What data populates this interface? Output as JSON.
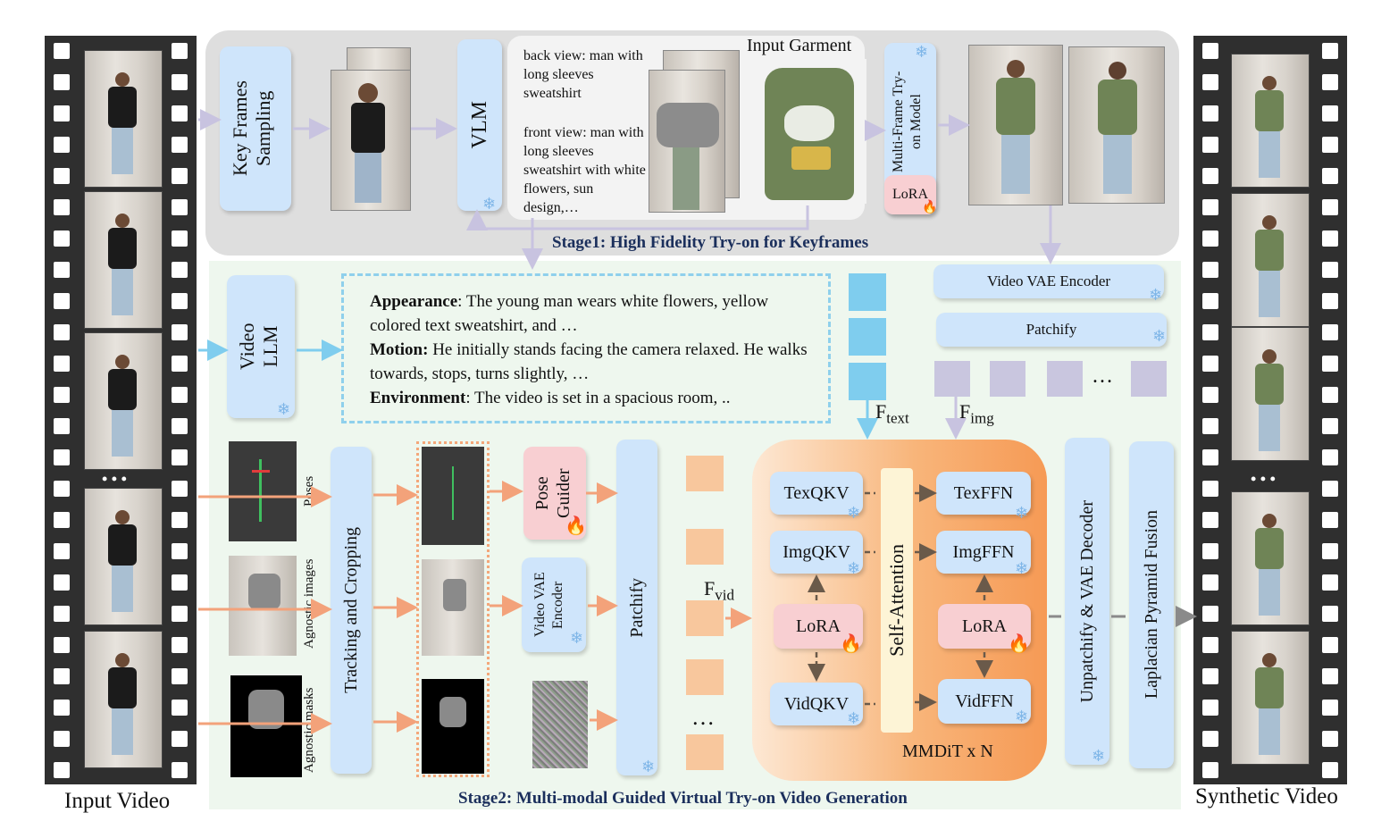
{
  "stage1": {
    "title": "Stage1: High Fidelity Try-on for Keyframes"
  },
  "stage2": {
    "title": "Stage2: Multi-modal Guided Virtual Try-on Video Generation"
  },
  "labels": {
    "input_video": "Input Video",
    "synthetic_video": "Synthetic Video",
    "dots": "• • •",
    "input_garment": "Input Garment"
  },
  "stage1_blocks": {
    "key_frames": "Key Frames Sampling",
    "vlm": "VLM",
    "multi_frame": "Multi-Frame Try-on Model",
    "lora": "LoRA",
    "video_vae_encoder": "Video VAE Encoder",
    "patchify": "Patchify"
  },
  "vlm_text": {
    "back": "back view: man with long sleeves sweatshirt",
    "front": "front view:  man with long sleeves sweatshirt with white flowers, sun design,…"
  },
  "video_llm": "Video LLM",
  "caption": {
    "appearance_key": "Appearance",
    "appearance_val": ": The young man wears white flowers, yellow colored text sweatshirt, and …",
    "motion_key": "Motion:",
    "motion_val": " He initially stands facing the camera relaxed. He walks towards, stops, turns slightly, …",
    "environment_key": "Environment",
    "environment_val": ":  The video is set in a spacious room, .."
  },
  "features": {
    "f_text": "F",
    "f_text_sub": "text",
    "f_img": "F",
    "f_img_sub": "img",
    "f_vid": "F",
    "f_vid_sub": "vid",
    "ellipsis": "…"
  },
  "stage2_inputs": {
    "poses": "Poses",
    "agnostic_images": "Agnostic images",
    "agnostic_masks": "Agnostic  masks"
  },
  "stage2_blocks": {
    "tracking": "Tracking and Cropping",
    "pose_guider": "Pose Guider",
    "video_vae_encoder": "Video VAE Encoder",
    "patchify": "Patchify",
    "unpatchify": "Unpatchify  & VAE Decoder",
    "laplacian": "Laplacian Pyramid  Fusion"
  },
  "mmdit": {
    "texqkv": "TexQKV",
    "imgqkv": "ImgQKV",
    "lora_left": "LoRA",
    "vidqkv": "VidQKV",
    "self_attention": "Self-Attention",
    "texffn": "TexFFN",
    "imgffn": "ImgFFN",
    "lora_right": "LoRA",
    "vidffn": "VidFFN",
    "caption": "MMDiT  x N"
  },
  "icons": {
    "frozen": "snowflake-icon",
    "trainable": "flame-icon"
  },
  "colors": {
    "blue_block": "#cfe5fb",
    "pink_block": "#f8cfd2",
    "mmdit_orange": "#f8a766",
    "stage1_bg": "#dedede",
    "stage2_bg": "#eef7ee"
  }
}
